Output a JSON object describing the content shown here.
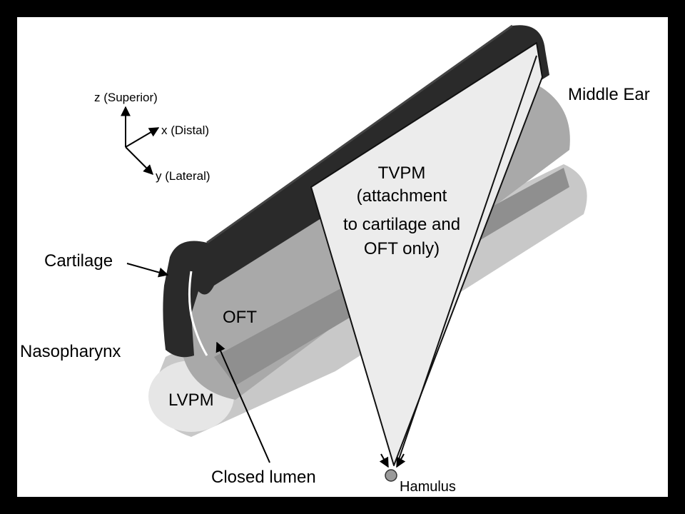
{
  "axes": {
    "z": "z (Superior)",
    "x": "x (Distal)",
    "y": "y (Lateral)"
  },
  "labels": {
    "middle_ear": "Middle Ear",
    "cartilage": "Cartilage",
    "nasopharynx": "Nasopharynx",
    "oft": "OFT",
    "lvpm": "LVPM",
    "closed_lumen": "Closed lumen",
    "hamulus": "Hamulus"
  },
  "tvpm": {
    "line1": "TVPM",
    "line2": "(attachment",
    "line3": "to cartilage and",
    "line4": "OFT only)"
  },
  "colors": {
    "frame": "#000000",
    "background": "#ffffff",
    "cartilage": "#2a2a2a",
    "oft": "#a9a9a9",
    "oft_dark": "#8f8f8f",
    "lvpm": "#c8c8c8",
    "lvpm_end": "#e6e6e6",
    "tvpm": "#ececec",
    "hamulus": "#9a9a9a"
  }
}
